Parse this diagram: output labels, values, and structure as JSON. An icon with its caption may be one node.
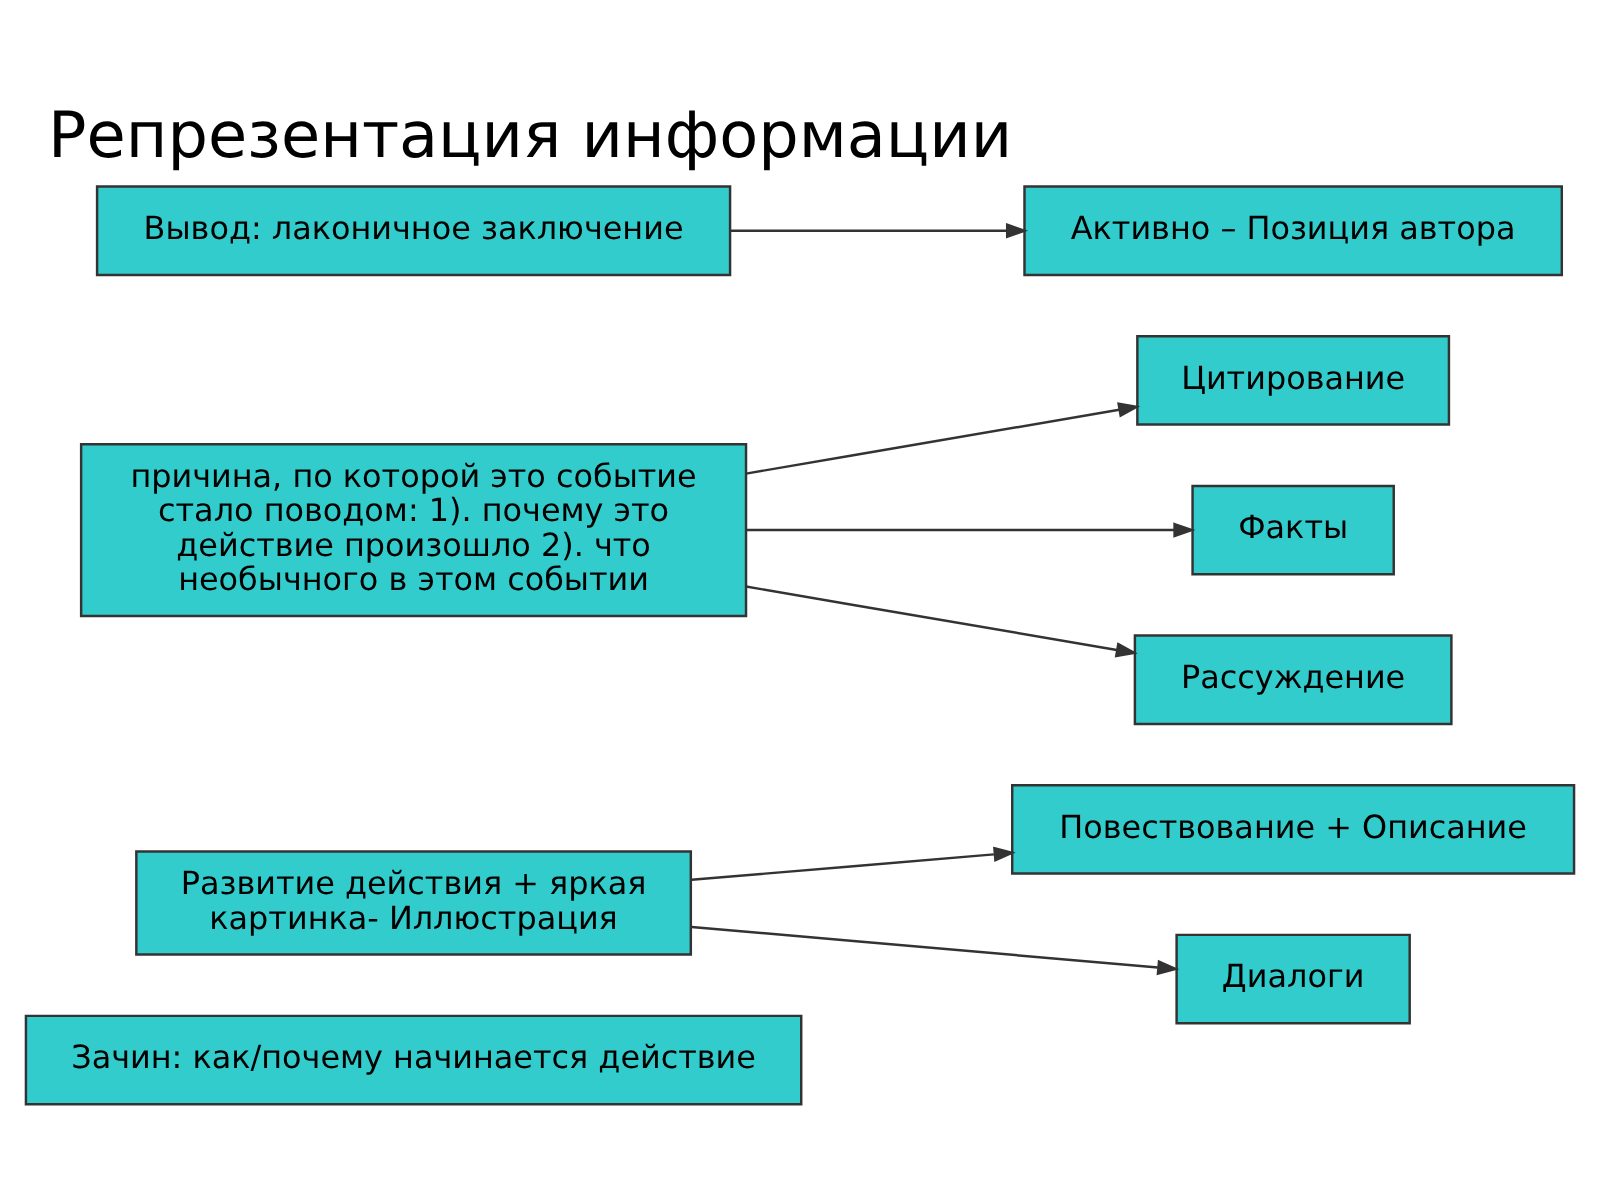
{
  "diagram": {
    "title": "Репрезентация информации",
    "nodes": [
      {
        "text": [
          "Зачин: как/почему начинается действие"
        ]
      },
      {
        "text": [
          "Развитие действия + яркая картинка- Иллюстрация"
        ]
      },
      {
        "text": [
          "причина, по которой это событие стало поводом: 1). почему это действие произошло 2). что необычного в этом событии"
        ]
      },
      {
        "text": [
          "Вывод: лаконичное заключение"
        ]
      },
      {
        "text": [
          "Повествование + Описание"
        ]
      },
      {
        "text": [
          "Диалоги"
        ]
      },
      {
        "text": [
          "Цитирование"
        ]
      },
      {
        "text": [
          "Факты"
        ]
      },
      {
        "text": [
          "Рассуждение"
        ]
      },
      {
        "text": [
          "Активно – Позиция автора"
        ]
      }
    ],
    "edges": [
      {
        "from": 1,
        "to": 4,
        "arrow": "to"
      },
      {
        "from": 1,
        "to": 5,
        "arrow": "to"
      },
      {
        "from": 2,
        "to": 6,
        "arrow": "to"
      },
      {
        "from": 2,
        "to": 7,
        "arrow": "to"
      },
      {
        "from": 2,
        "to": 8,
        "arrow": "to"
      },
      {
        "from": 3,
        "to": 9,
        "arrow": "to"
      }
    ]
  }
}
